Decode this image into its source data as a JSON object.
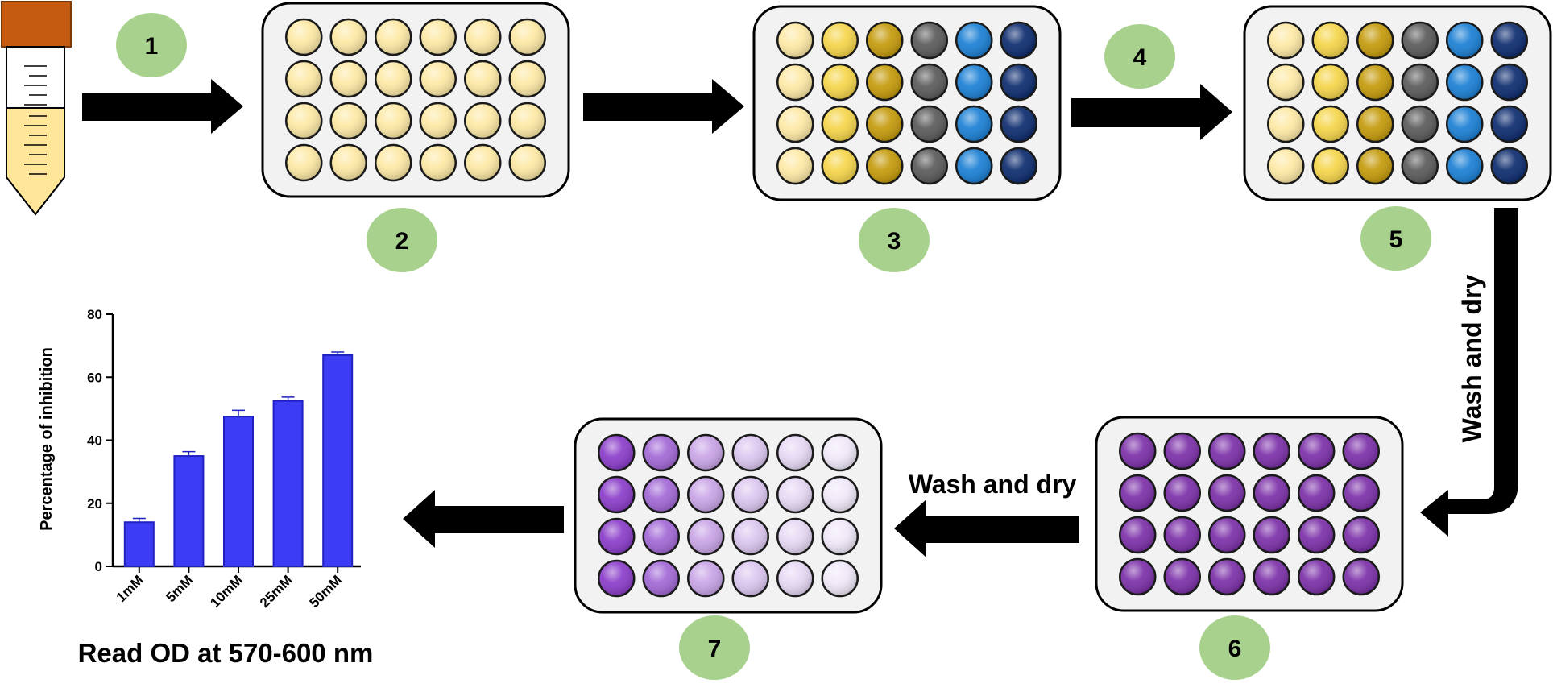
{
  "steps": [
    {
      "number": "1"
    },
    {
      "number": "2"
    },
    {
      "number": "3"
    },
    {
      "number": "4"
    },
    {
      "number": "5"
    },
    {
      "number": "6"
    },
    {
      "number": "7"
    }
  ],
  "labels": {
    "wash_dry_vertical": "Wash and dry",
    "wash_dry_horizontal": "Wash and dry",
    "read_od": "Read OD at 570-600 nm"
  },
  "colors": {
    "badge": "#a9d18e",
    "tube_cap": "#c55a11",
    "tube_liquid": "#ffe699",
    "plate_bg": "#f2f2f2",
    "bar_fill": "#3c3cf5",
    "bar_stroke": "#2020c0"
  },
  "plates": {
    "plate2": {
      "columns": [
        "#fde9a5",
        "#fde9a5",
        "#fde9a5",
        "#fde9a5",
        "#fde9a5",
        "#fde9a5"
      ]
    },
    "plate3": {
      "columns": [
        "#fde9a5",
        "#f5d54a",
        "#c49a0a",
        "#5a5a5a",
        "#1a7fd4",
        "#0c2b6e"
      ]
    },
    "plate5": {
      "columns": [
        "#fde9a5",
        "#f5d54a",
        "#c49a0a",
        "#5a5a5a",
        "#1a7fd4",
        "#0c2b6e"
      ]
    },
    "plate6": {
      "columns": [
        "#7b2fa8",
        "#7b2fa8",
        "#7b2fa8",
        "#7b2fa8",
        "#7b2fa8",
        "#7b2fa8"
      ]
    },
    "plate7": {
      "columns": [
        "#8a3cc9",
        "#a268d6",
        "#c9a4e6",
        "#dcc6f0",
        "#e6d8f4",
        "#f0e8f8"
      ]
    }
  },
  "chart_data": {
    "type": "bar",
    "categories": [
      "1mM",
      "5mM",
      "10mM",
      "25mM",
      "50mM"
    ],
    "values": [
      14,
      35,
      47.5,
      52.5,
      67
    ],
    "errors": [
      1.2,
      1.4,
      2,
      1.2,
      1
    ],
    "title": "",
    "xlabel": "",
    "ylabel": "Percentage of inhibition",
    "ylim": [
      0,
      80
    ],
    "yticks": [
      "0",
      "20",
      "40",
      "60",
      "80"
    ],
    "grid": false,
    "legend": "none"
  }
}
